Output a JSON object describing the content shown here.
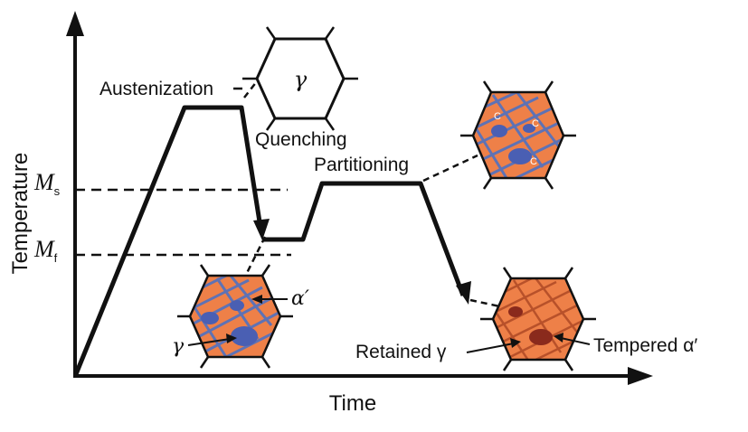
{
  "axes": {
    "x_title": "Time",
    "y_title": "Temperature"
  },
  "temperature_marks": {
    "ms": {
      "main": "M",
      "sub": "s"
    },
    "mf": {
      "main": "M",
      "sub": "f"
    }
  },
  "stages": {
    "austenization": "Austenization",
    "quenching": "Quenching",
    "partitioning": "Partitioning"
  },
  "phases": {
    "gamma": "γ",
    "alpha_prime": "α′",
    "retained_gamma": "Retained γ",
    "tempered_alpha": "Tempered α′",
    "carbon": "C"
  },
  "colors": {
    "matrix": "#ee8048",
    "lath": "#5e72b5",
    "blob": "#4a5fb3",
    "dark_blob": "#8a2a1c",
    "outline": "#1a1a1a"
  }
}
